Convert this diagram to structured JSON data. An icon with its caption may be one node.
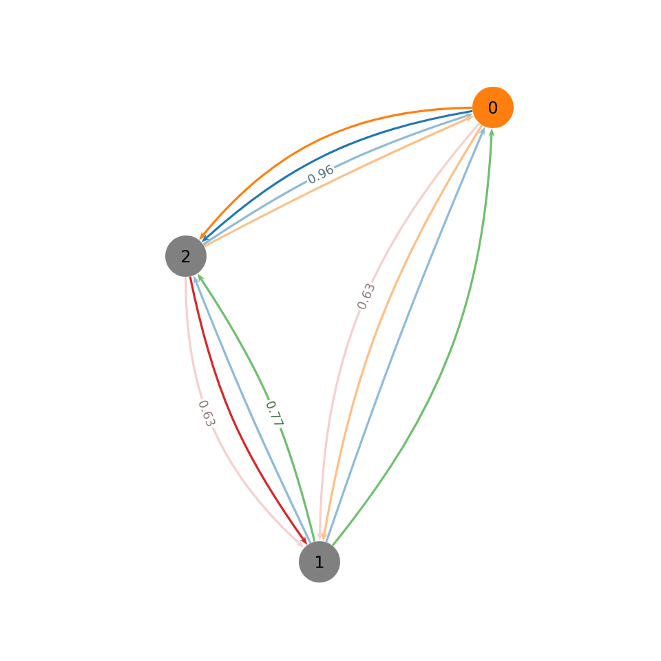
{
  "diagram": {
    "nodes": [
      {
        "text": [
          "0"
        ]
      },
      {
        "text": [
          "1"
        ]
      },
      {
        "text": [
          "2"
        ]
      }
    ],
    "edges": [
      {
        "from": 0,
        "to": 2,
        "arrow": "to",
        "color": "#ff7f0e"
      },
      {
        "from": 0,
        "to": 2,
        "arrow": "to",
        "color": "#1f77b4"
      },
      {
        "from": 2,
        "to": 0,
        "arrow": "to",
        "color": "#8fbbda",
        "label": "0.96"
      },
      {
        "from": 2,
        "to": 0,
        "arrow": "to",
        "color": "#ffbf86"
      },
      {
        "from": 2,
        "to": 1,
        "arrow": "to",
        "color": "#f6cfcf",
        "label": "0.63"
      },
      {
        "from": 2,
        "to": 1,
        "arrow": "to",
        "color": "#d62728"
      },
      {
        "from": 1,
        "to": 2,
        "arrow": "to",
        "color": "#8fbbda"
      },
      {
        "from": 1,
        "to": 2,
        "arrow": "to",
        "color": "#6fbf6f",
        "label": "0.77"
      },
      {
        "from": 0,
        "to": 1,
        "arrow": "to",
        "color": "#f6cfcf",
        "label": "0.63"
      },
      {
        "from": 0,
        "to": 1,
        "arrow": "to",
        "color": "#ffbf86"
      },
      {
        "from": 1,
        "to": 0,
        "arrow": "to",
        "color": "#8fbbda"
      },
      {
        "from": 1,
        "to": 0,
        "arrow": "to",
        "color": "#6fbf6f"
      }
    ]
  }
}
